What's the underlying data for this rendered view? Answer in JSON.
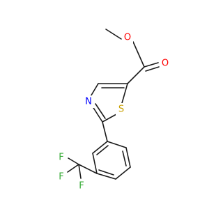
{
  "molecule": {
    "atoms": {
      "o_methoxy": "O",
      "o_carbonyl": "O",
      "n_ring": "N",
      "s_ring": "S",
      "f_1": "F",
      "f_2": "F",
      "f_3": "F"
    },
    "colors": {
      "bond": "#1a1a1a",
      "oxygen": "#ff0000",
      "nitrogen": "#0000ff",
      "sulfur": "#c8a000",
      "fluorine": "#33aa33"
    }
  }
}
